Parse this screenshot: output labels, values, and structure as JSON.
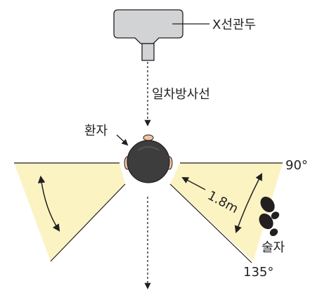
{
  "labels": {
    "tube": "X선관두",
    "primary_beam": "일차방사선",
    "patient": "환자",
    "distance": "1.8m",
    "angle_90": "90°",
    "angle_135": "135°",
    "operator": "술자"
  },
  "colors": {
    "zone_fill": "#fbf3c2",
    "tube_fill": "#d2d3d5",
    "head_fill": "#3d3d3d",
    "ink": "#231f20"
  },
  "icons": [
    "x-ray-tube-head-icon",
    "patient-head-icon",
    "operator-footprints-icon"
  ]
}
